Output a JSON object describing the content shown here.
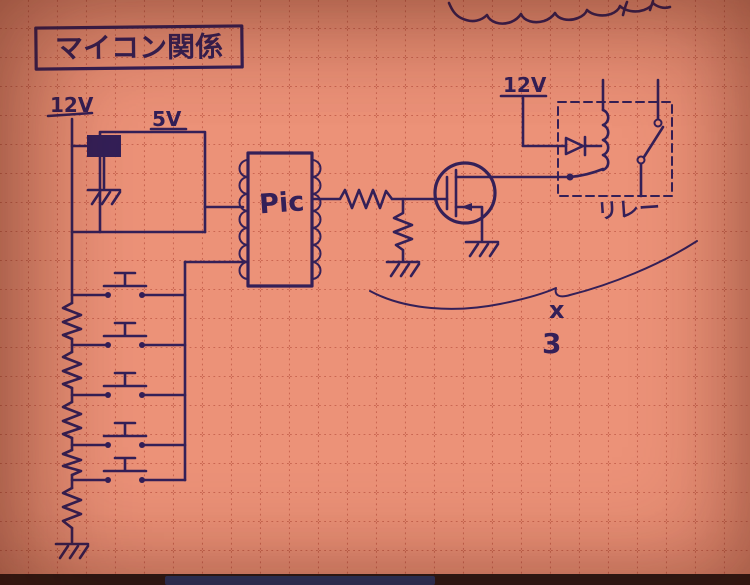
{
  "title": "マイコン関係",
  "labels": {
    "supply_left": "12V",
    "regulator_output": "5V",
    "chip": "Pic",
    "supply_right": "12V",
    "relay": "リレー",
    "multiplier_sign": "x",
    "multiplier_value": "3"
  },
  "colors": {
    "paper": "#ec9278",
    "grid": "#b64c3a",
    "ink": "#342058"
  }
}
